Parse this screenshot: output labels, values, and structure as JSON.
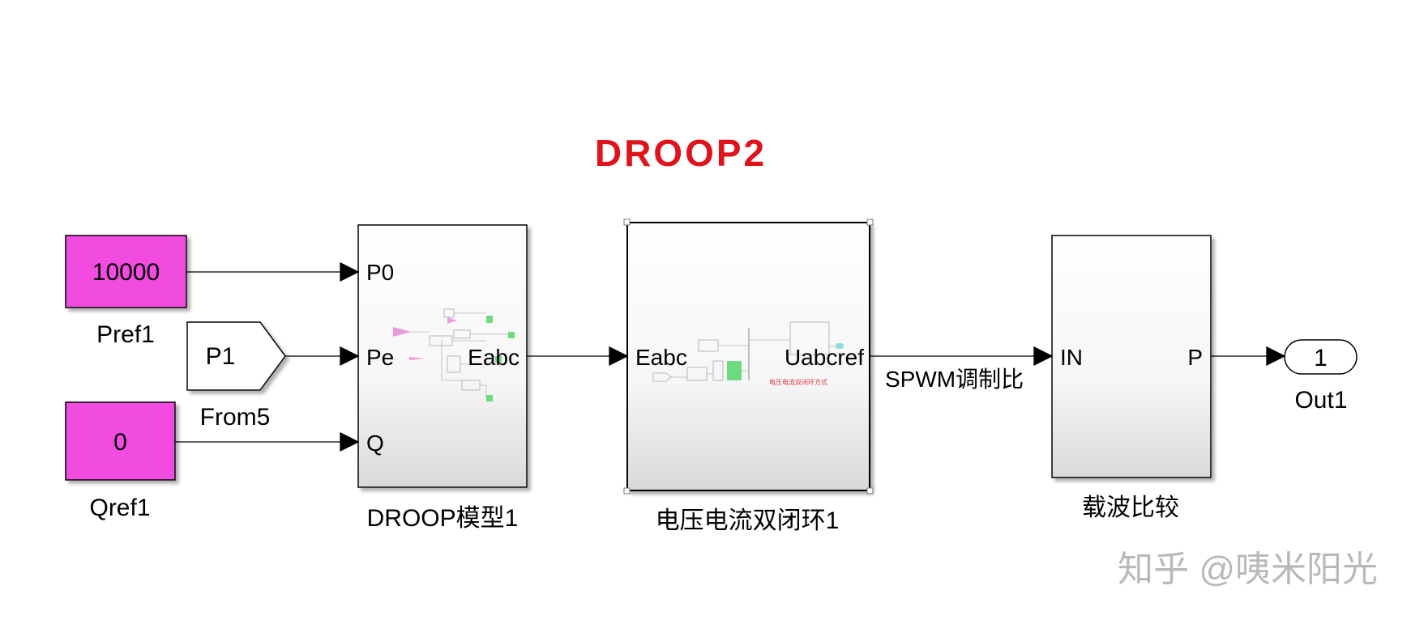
{
  "title": "DROOP2",
  "colors": {
    "title": "#e0131b",
    "constant_block_fill": "#f24be0",
    "line": "#000000",
    "watermark": "#b9b9b9"
  },
  "blocks": {
    "const_p": {
      "value": "10000",
      "label": "Pref1"
    },
    "from_p": {
      "value": "P1",
      "label": "From5"
    },
    "const_q": {
      "value": "0",
      "label": "Qref1"
    },
    "droop": {
      "label": "DROOP模型1",
      "inputs": [
        "P0",
        "Pe",
        "Q"
      ],
      "output": "Eabc"
    },
    "loop": {
      "label": "电压电流双闭环1",
      "input": "Eabc",
      "output": "Uabcref",
      "inner_note": "电压电流双闭环方式"
    },
    "carrier": {
      "label": "载波比较",
      "input": "IN",
      "output": "P"
    },
    "outport": {
      "value": "1",
      "label": "Out1"
    }
  },
  "signals": {
    "spwm_label": "SPWM调制比"
  },
  "watermark": "知乎 @咦米阳光"
}
